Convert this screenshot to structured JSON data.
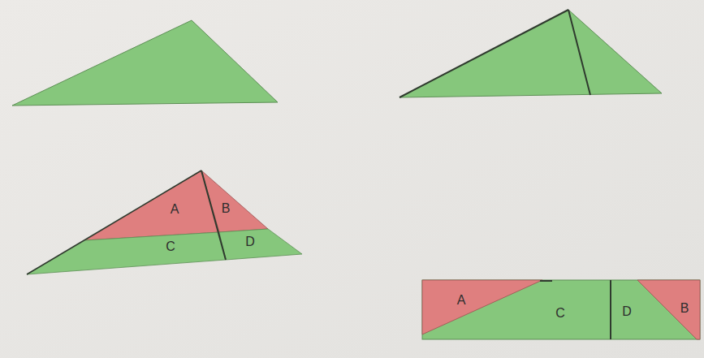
{
  "diagram": {
    "labels": [
      "A",
      "B",
      "C",
      "D",
      "A",
      "C",
      "D",
      "B"
    ]
  }
}
